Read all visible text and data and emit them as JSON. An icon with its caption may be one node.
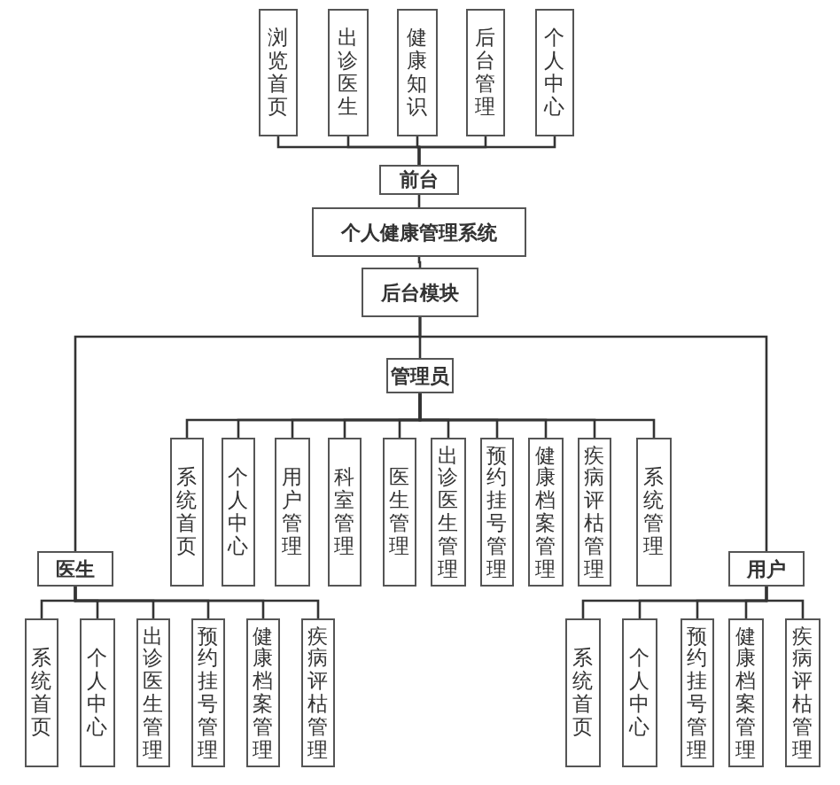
{
  "diagram": {
    "nodes": [
      {
        "text": [
          "浏览首页"
        ]
      },
      {
        "text": [
          "出诊医生"
        ]
      },
      {
        "text": [
          "健康知识"
        ]
      },
      {
        "text": [
          "后台管理"
        ]
      },
      {
        "text": [
          "个人中心"
        ]
      },
      {
        "text": [
          "前台"
        ]
      },
      {
        "text": [
          "个人健康管理系统"
        ]
      },
      {
        "text": [
          "后台模块"
        ]
      },
      {
        "text": [
          "管理员"
        ]
      },
      {
        "text": [
          "系统首页"
        ]
      },
      {
        "text": [
          "个人中心"
        ]
      },
      {
        "text": [
          "用户管理"
        ]
      },
      {
        "text": [
          "科室管理"
        ]
      },
      {
        "text": [
          "医生管理"
        ]
      },
      {
        "text": [
          "出诊医生管理"
        ]
      },
      {
        "text": [
          "预约挂号管理"
        ]
      },
      {
        "text": [
          "健康档案管理"
        ]
      },
      {
        "text": [
          "疾病评枯管理"
        ]
      },
      {
        "text": [
          "系统管理"
        ]
      },
      {
        "text": [
          "医生"
        ]
      },
      {
        "text": [
          "用户"
        ]
      },
      {
        "text": [
          "系统首页"
        ]
      },
      {
        "text": [
          "个人中心"
        ]
      },
      {
        "text": [
          "出诊医生管理"
        ]
      },
      {
        "text": [
          "预约挂号管理"
        ]
      },
      {
        "text": [
          "健康档案管理"
        ]
      },
      {
        "text": [
          "疾病评枯管理"
        ]
      },
      {
        "text": [
          "系统首页"
        ]
      },
      {
        "text": [
          "个人中心"
        ]
      },
      {
        "text": [
          "预约挂号管理"
        ]
      },
      {
        "text": [
          "健康档案管理"
        ]
      },
      {
        "text": [
          "疾病评枯管理"
        ]
      }
    ],
    "edges": [
      {
        "from": 5,
        "to": 0,
        "arrow": "none"
      },
      {
        "from": 5,
        "to": 1,
        "arrow": "none"
      },
      {
        "from": 5,
        "to": 2,
        "arrow": "none"
      },
      {
        "from": 5,
        "to": 3,
        "arrow": "none"
      },
      {
        "from": 5,
        "to": 4,
        "arrow": "none"
      },
      {
        "from": 5,
        "to": 6,
        "arrow": "none"
      },
      {
        "from": 6,
        "to": 7,
        "arrow": "none"
      },
      {
        "from": 7,
        "to": 8,
        "arrow": "none"
      },
      {
        "from": 7,
        "to": 19,
        "arrow": "none"
      },
      {
        "from": 7,
        "to": 20,
        "arrow": "none"
      },
      {
        "from": 8,
        "to": 9,
        "arrow": "none"
      },
      {
        "from": 8,
        "to": 10,
        "arrow": "none"
      },
      {
        "from": 8,
        "to": 11,
        "arrow": "none"
      },
      {
        "from": 8,
        "to": 12,
        "arrow": "none"
      },
      {
        "from": 8,
        "to": 13,
        "arrow": "none"
      },
      {
        "from": 8,
        "to": 14,
        "arrow": "none"
      },
      {
        "from": 8,
        "to": 15,
        "arrow": "none"
      },
      {
        "from": 8,
        "to": 16,
        "arrow": "none"
      },
      {
        "from": 8,
        "to": 17,
        "arrow": "none"
      },
      {
        "from": 8,
        "to": 18,
        "arrow": "none"
      },
      {
        "from": 19,
        "to": 21,
        "arrow": "none"
      },
      {
        "from": 19,
        "to": 22,
        "arrow": "none"
      },
      {
        "from": 19,
        "to": 23,
        "arrow": "none"
      },
      {
        "from": 19,
        "to": 24,
        "arrow": "none"
      },
      {
        "from": 19,
        "to": 25,
        "arrow": "none"
      },
      {
        "from": 19,
        "to": 26,
        "arrow": "none"
      },
      {
        "from": 20,
        "to": 27,
        "arrow": "none"
      },
      {
        "from": 20,
        "to": 28,
        "arrow": "none"
      },
      {
        "from": 20,
        "to": 29,
        "arrow": "none"
      },
      {
        "from": 20,
        "to": 30,
        "arrow": "none"
      },
      {
        "from": 20,
        "to": 31,
        "arrow": "none"
      }
    ]
  }
}
